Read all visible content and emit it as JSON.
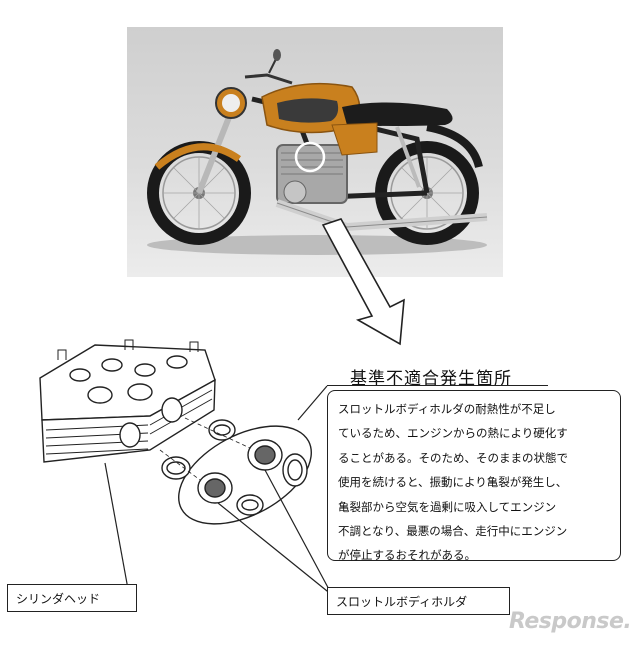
{
  "heading": "基準不適合発生箇所",
  "description_lines": [
    "スロットルボディホルダの耐熱性が不足し",
    "ているため、エンジンからの熱により硬化す",
    "ることがある。そのため、そのままの状態で",
    "使用を続けると、振動により亀裂が発生し、",
    "亀裂部から空気を過剰に吸入してエンジン",
    "不調となり、最悪の場合、走行中にエンジン",
    "が停止するおそれがある。"
  ],
  "labels": {
    "cylinder_head": "シリンダヘッド",
    "throttle_body_holder": "スロットルボディホルダ"
  },
  "watermark": "Response.",
  "colors": {
    "tank_orange": "#c9801e",
    "photo_background": "#d6d6d6",
    "line": "#222222"
  }
}
